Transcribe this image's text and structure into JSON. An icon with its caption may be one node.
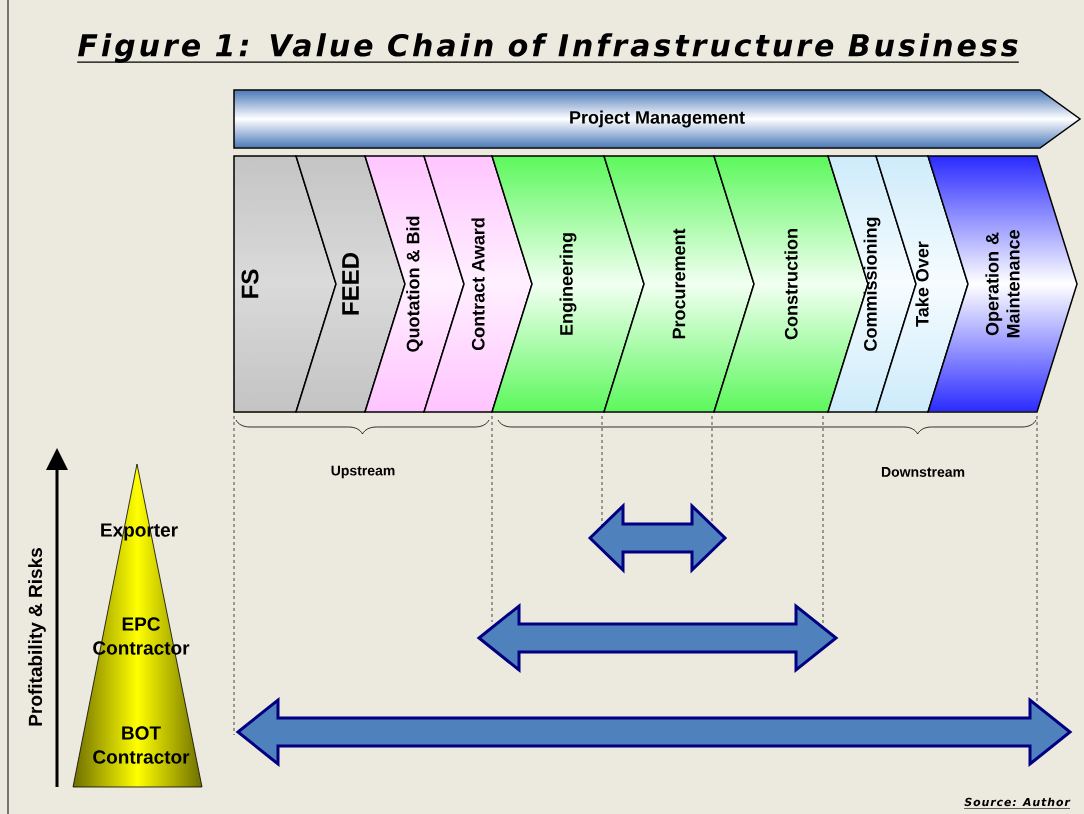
{
  "diagram": {
    "title": "Figure 1: Value Chain of Infrastructure Business",
    "caption": "Source: Author",
    "nodes": [
      {
        "text": [
          "Project Management"
        ]
      },
      {
        "text": [
          "FS"
        ]
      },
      {
        "text": [
          "FEED"
        ]
      },
      {
        "text": [
          "Quotation & Bid"
        ]
      },
      {
        "text": [
          "Contract Award"
        ]
      },
      {
        "text": [
          "Engineering"
        ]
      },
      {
        "text": [
          "Procurement"
        ]
      },
      {
        "text": [
          "Construction"
        ]
      },
      {
        "text": [
          "Commissioning"
        ]
      },
      {
        "text": [
          "Take Over"
        ]
      },
      {
        "text": [
          "Operation & Maintenance"
        ]
      },
      {
        "text": [
          "Exporter",
          "EPC Contractor",
          "BOT Contractor"
        ]
      }
    ],
    "labels": [
      "Upstream",
      "Downstream",
      "Profitability & Risks"
    ]
  }
}
